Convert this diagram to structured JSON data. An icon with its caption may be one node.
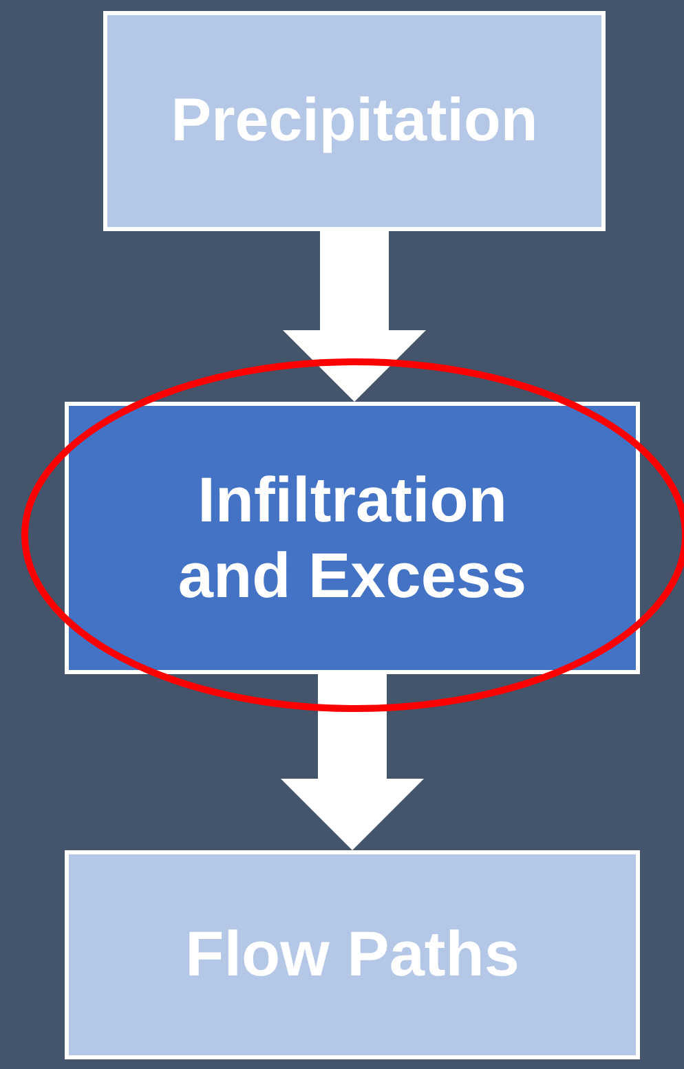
{
  "diagram": {
    "nodes": [
      {
        "text": [
          "Precipitation"
        ]
      },
      {
        "text": [
          "Infiltration and Excess"
        ]
      },
      {
        "text": [
          "Flow Paths"
        ]
      }
    ],
    "edges": [
      {
        "from": 0,
        "to": 1,
        "arrow": "to"
      },
      {
        "from": 1,
        "to": 2,
        "arrow": "to"
      }
    ]
  }
}
